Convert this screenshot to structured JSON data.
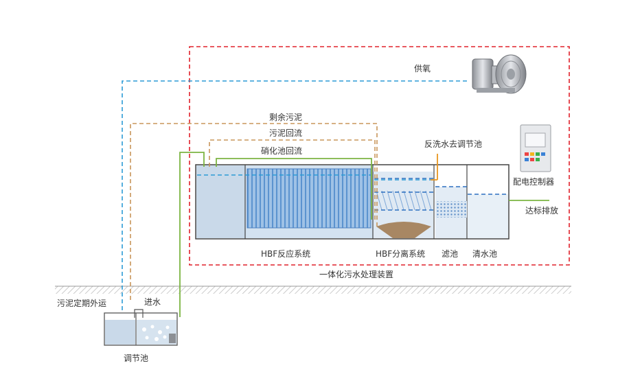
{
  "colors": {
    "boundary": "#e0202a",
    "oxygen_line": "#2b9bd6",
    "sludge_line": "#c8955a",
    "return_line": "#7cb442",
    "water_blue": "#cfe0ee",
    "tank_outline": "#444444"
  },
  "labels": {
    "oxygen_supply": "供氧",
    "excess_sludge": "剩余污泥",
    "sludge_return": "污泥回流",
    "nitrification_return": "硝化池回流",
    "backwash_to_regulating": "反洗水去调节池",
    "power_controller": "配电控制器",
    "discharge": "达标排放",
    "hbf_reaction": "HBF反应系统",
    "hbf_separation": "HBF分离系统",
    "filter_tank": "滤池",
    "clear_water_tank": "清水池",
    "integrated_device": "一体化污水处理装置",
    "sludge_transport": "污泥定期外运",
    "water_inlet": "进水",
    "regulating_tank": "调节池"
  },
  "icons": {
    "blower": "blower-icon",
    "controller": "control-cabinet-icon"
  }
}
